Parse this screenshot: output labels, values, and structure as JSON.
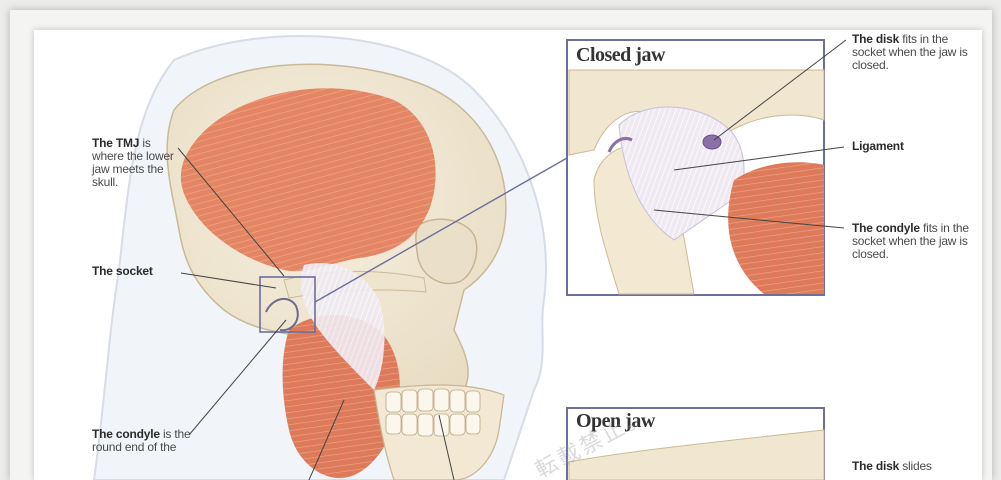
{
  "labels": {
    "tmj_bold": "The TMJ",
    "tmj_rest": "is where the lower jaw meets the skull.",
    "socket": "The socket",
    "condyle_bold": "The condyle",
    "condyle_rest": "is the round end of the",
    "disk_bold": "The disk",
    "disk_rest": "fits in the socket when the jaw is closed.",
    "ligament": "Ligament",
    "condyle2_bold": "The condyle",
    "condyle2_rest": "fits in the socket when the jaw is closed.",
    "disk2_bold": "The disk",
    "disk2_rest": "slides"
  },
  "panels": {
    "closed": "Closed jaw",
    "open": "Open jaw"
  },
  "watermark": "転載禁止。",
  "colors": {
    "muscle": "#e0805e",
    "bone": "#f3ead7",
    "panel_border": "#6b6f9a",
    "disk": "#8a6fa8"
  }
}
